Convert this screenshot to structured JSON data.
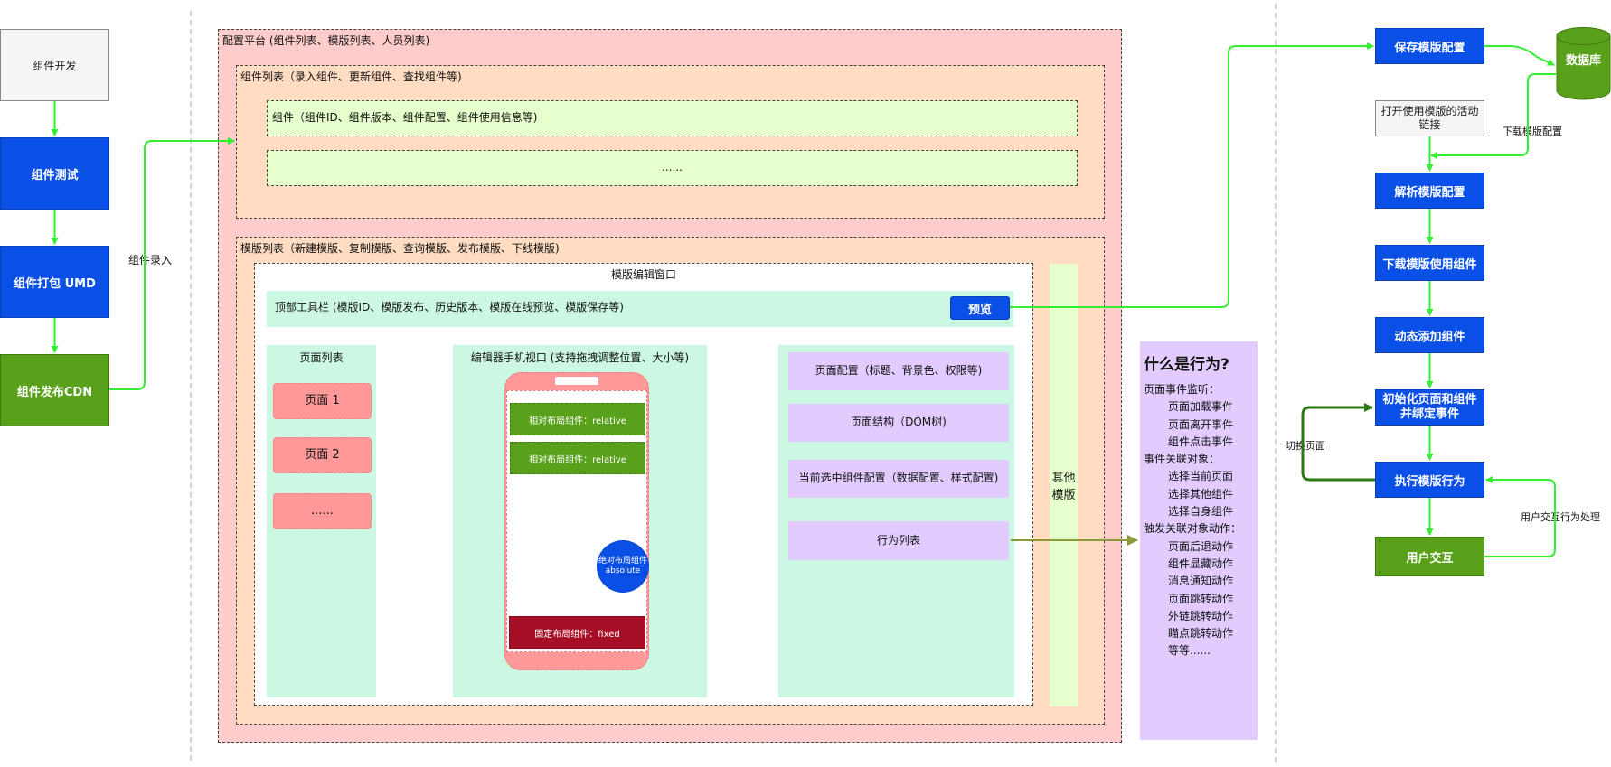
{
  "left_flow": {
    "dev": "组件开发",
    "test": "组件测试",
    "package": "组件打包 UMD",
    "publish": "组件发布CDN",
    "entry_label": "组件录入"
  },
  "platform": {
    "title": "配置平台 (组件列表、模版列表、人员列表)",
    "component_list": {
      "title": "组件列表（录入组件、更新组件、查找组件等)",
      "item1": "组件（组件ID、组件版本、组件配置、组件使用信息等)",
      "item2": "......"
    },
    "template_list": {
      "title": "模版列表（新建模版、复制模版、查询模版、发布模版、下线模版)",
      "editor": {
        "title": "模版编辑窗口",
        "toolbar": "顶部工具栏 (模版ID、模版发布、历史版本、模版在线预览、模版保存等)",
        "preview_button": "预览",
        "page_list": {
          "title": "页面列表",
          "pages": [
            "页面 1",
            "页面 2",
            "......"
          ]
        },
        "phone_view": {
          "title": "编辑器手机视口 (支持拖拽调整位置、大小等)",
          "relative1": "相对布局组件：relative",
          "relative2": "相对布局组件：relative",
          "absolute_line1": "绝对布局组件",
          "absolute_line2": "absolute",
          "fixed": "固定布局组件：fixed"
        },
        "config_panel": {
          "page_config": "页面配置（标题、背景色、权限等)",
          "page_structure": "页面结构（DOM树)",
          "selected_config": "当前选中组件配置（数据配置、样式配置)",
          "behavior_list": "行为列表"
        }
      },
      "other_templates_line1": "其他",
      "other_templates_line2": "模版"
    }
  },
  "behavior": {
    "title": "什么是行为?",
    "lines": [
      {
        "text": "页面事件监听：",
        "indent": false
      },
      {
        "text": "页面加载事件",
        "indent": true
      },
      {
        "text": "页面离开事件",
        "indent": true
      },
      {
        "text": "组件点击事件",
        "indent": true
      },
      {
        "text": "事件关联对象：",
        "indent": false
      },
      {
        "text": "选择当前页面",
        "indent": true
      },
      {
        "text": "选择其他组件",
        "indent": true
      },
      {
        "text": "选择自身组件",
        "indent": true
      },
      {
        "text": "触发关联对象动作：",
        "indent": false
      },
      {
        "text": "页面后退动作",
        "indent": true
      },
      {
        "text": "组件显藏动作",
        "indent": true
      },
      {
        "text": "消息通知动作",
        "indent": true
      },
      {
        "text": "页面跳转动作",
        "indent": true
      },
      {
        "text": "外链跳转动作",
        "indent": true
      },
      {
        "text": "瞄点跳转动作",
        "indent": true
      },
      {
        "text": "等等......",
        "indent": true
      }
    ]
  },
  "right_flow": {
    "save": "保存模版配置",
    "database": "数据库",
    "open_link_line1": "打开使用模版的活动",
    "open_link_line2": "链接",
    "download_config_label": "下载模版配置",
    "parse": "解析模版配置",
    "download_components": "下载模版使用组件",
    "add_components": "动态添加组件",
    "init_line1": "初始化页面和组件",
    "init_line2": "并绑定事件",
    "switch_page_label": "切换页面",
    "execute": "执行模版行为",
    "user_interaction": "用户交互",
    "user_handling_label": "用户交互行为处理"
  },
  "colors": {
    "blue": "#0b50e6",
    "green": "#5aa11b",
    "arrow_green": "#33ee33",
    "dark_green": "#2a7a10",
    "olive": "#8a9a3a",
    "platform_bg": "#ffcccc",
    "list_bg": "#ffdcc2",
    "component_item_bg": "#e6ffcc",
    "editor_panel_bg": "#ccf7e3",
    "config_item_bg": "#e2ccff",
    "page_item_bg": "#ff9999",
    "fixed_red": "#a50e24",
    "behavior_bg": "#e2ccff"
  }
}
